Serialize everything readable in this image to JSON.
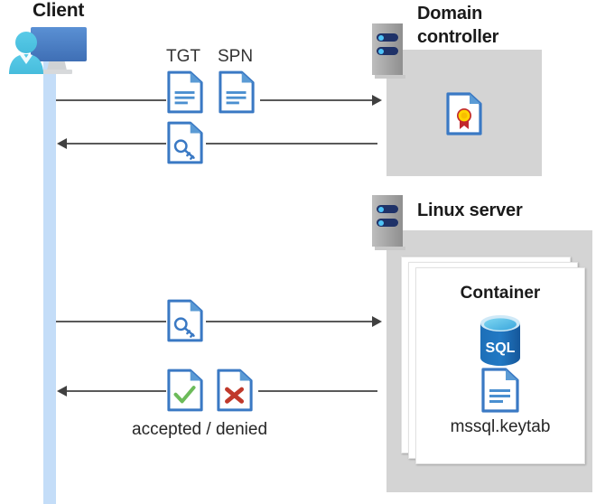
{
  "diagram": {
    "type": "sequence-architecture",
    "title_nodes": {
      "client": "Client",
      "domain_controller": "Domain\ncontroller",
      "domain_controller_line1": "Domain",
      "domain_controller_line2": "controller",
      "linux_server": "Linux server",
      "container": "Container"
    },
    "message_labels": {
      "tgt": "TGT",
      "spn": "SPN",
      "accepted_denied": "accepted / denied"
    },
    "artifacts": {
      "keytab_filename": "mssql.keytab",
      "database_label": "SQL"
    },
    "icons": {
      "client": "user-monitor-icon",
      "server": "server-rack-icon",
      "ticket_doc": "document-lines-icon",
      "key_doc": "document-key-icon",
      "certificate_doc": "document-certificate-icon",
      "accepted_doc": "document-check-icon",
      "denied_doc": "document-cross-icon",
      "keytab_doc": "document-lines-icon",
      "database": "sql-database-icon"
    },
    "flows": [
      {
        "id": "flow-1",
        "direction": "right",
        "from": "client",
        "to": "domain-controller",
        "payload": "TGT + SPN"
      },
      {
        "id": "flow-2",
        "direction": "left",
        "from": "domain-controller",
        "to": "client",
        "payload": "service ticket"
      },
      {
        "id": "flow-3",
        "direction": "right",
        "from": "client",
        "to": "linux-server",
        "payload": "service ticket"
      },
      {
        "id": "flow-4",
        "direction": "left",
        "from": "linux-server",
        "to": "client",
        "payload": "accepted / denied"
      }
    ],
    "colors": {
      "lifeline": "#c4ddf8",
      "panel_gray": "#d4d4d4",
      "doc_blue": "#3a79c4",
      "doc_fold_blue": "#5b9bd5",
      "arrow_gray": "#595959",
      "accept_green": "#6cbb5a",
      "deny_red": "#c0392b",
      "cert_gold": "#ffd400",
      "cert_ribbon_red": "#c1272d",
      "sql_blue": "#1c6cb5",
      "server_led": "#1f3268",
      "server_led_dot": "#4fc3f7",
      "text_dark": "#1a1a1a"
    }
  }
}
